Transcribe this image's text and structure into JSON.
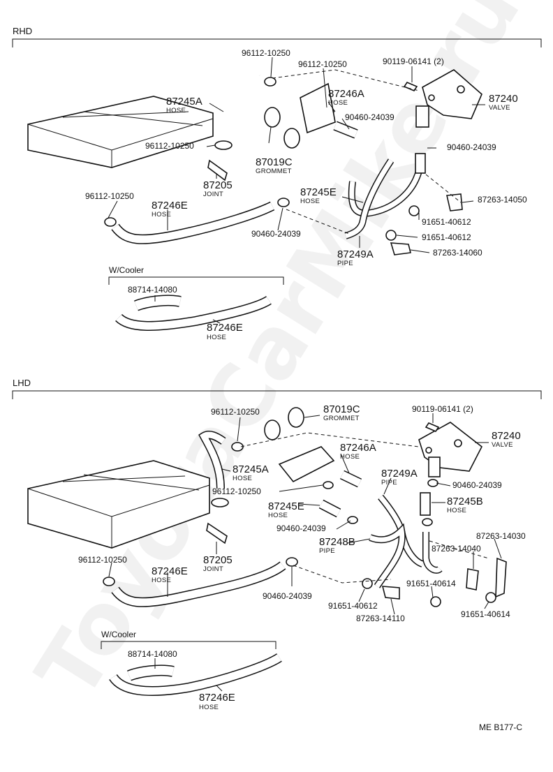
{
  "watermark": "ToyotaCarMike.ru",
  "footer_code": "ME  B177-C",
  "rhd": {
    "title": "RHD",
    "labels": {
      "clamp_top1": "96112-10250",
      "clamp_top2": "96112-10250",
      "bolt": "90119-06141 (2)",
      "hose_a_num": "87245A",
      "hose_a_sub": "HOSE",
      "hose_246a_num": "87246A",
      "hose_246a_sub": "HOSE",
      "valve_num": "87240",
      "valve_sub": "VALVE",
      "clip1": "90460-24039",
      "clamp_mid": "96112-10250",
      "grommet_num": "87019C",
      "grommet_sub": "GROMMET",
      "clip2": "90460-24039",
      "joint_num": "87205",
      "joint_sub": "JOINT",
      "hose_e_num": "87245E",
      "hose_e_sub": "HOSE",
      "clamp_left": "96112-10250",
      "hose_246e_num": "87246E",
      "hose_246e_sub": "HOSE",
      "bracket1": "87263-14050",
      "bolt2": "91651-40612",
      "clip3": "90460-24039",
      "bolt3": "91651-40612",
      "pipe_num": "87249A",
      "pipe_sub": "PIPE",
      "bracket2": "87263-14060"
    },
    "cooler": {
      "title": "W/Cooler",
      "part1": "88714-14080",
      "hose_num": "87246E",
      "hose_sub": "HOSE"
    }
  },
  "lhd": {
    "title": "LHD",
    "labels": {
      "clamp_top": "96112-10250",
      "grommet_num": "87019C",
      "grommet_sub": "GROMMET",
      "bolt": "90119-06141 (2)",
      "valve_num": "87240",
      "valve_sub": "VALVE",
      "hose_246a_num": "87246A",
      "hose_246a_sub": "HOSE",
      "hose_a_num": "87245A",
      "hose_a_sub": "HOSE",
      "pipe_a_num": "87249A",
      "pipe_a_sub": "PIPE",
      "clip1": "90460-24039",
      "clamp_mid": "96112-10250",
      "hose_e_num": "87245E",
      "hose_e_sub": "HOSE",
      "hose_b_num": "87245B",
      "hose_b_sub": "HOSE",
      "clip2": "90460-24039",
      "bracket1": "87263-14030",
      "pipe_b_num": "87248B",
      "pipe_b_sub": "PIPE",
      "bracket2": "87263-14040",
      "joint_num": "87205",
      "joint_sub": "JOINT",
      "clamp_left": "96112-10250",
      "hose_246e_num": "87246E",
      "hose_246e_sub": "HOSE",
      "bolt2": "91651-40614",
      "clip3": "90460-24039",
      "bolt3": "91651-40612",
      "bolt4": "91651-40614",
      "bracket3": "87263-14110"
    },
    "cooler": {
      "title": "W/Cooler",
      "part1": "88714-14080",
      "hose_num": "87246E",
      "hose_sub": "HOSE"
    }
  }
}
